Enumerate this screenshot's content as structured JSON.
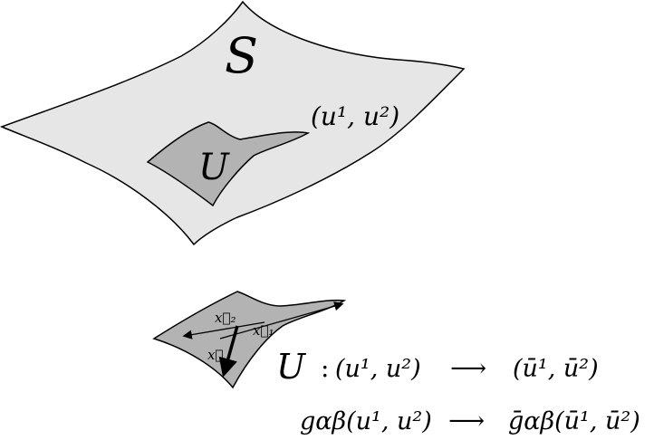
{
  "surface": {
    "label": "S",
    "coords": "(u¹, u²)",
    "fill": "#e6e6e6"
  },
  "patch": {
    "label": "U",
    "fill": "#b3b3b3"
  },
  "detail": {
    "vectors": {
      "x1": "x⃗₁",
      "x2": "x⃗₂",
      "x": "x⃗"
    },
    "mapping_label": "U",
    "mapping_colon": ":",
    "mapping_from": "(u¹, u²)",
    "mapping_arrow": "⟶",
    "mapping_to": "(ū¹, ū²)",
    "metric_from": "gαβ(u¹, u²)",
    "metric_arrow": "⟶",
    "metric_to": "ḡαβ(ū¹, ū²)"
  },
  "colors": {
    "outline": "#000000",
    "surface_fill": "#e6e6e6",
    "patch_fill": "#b3b3b3"
  }
}
